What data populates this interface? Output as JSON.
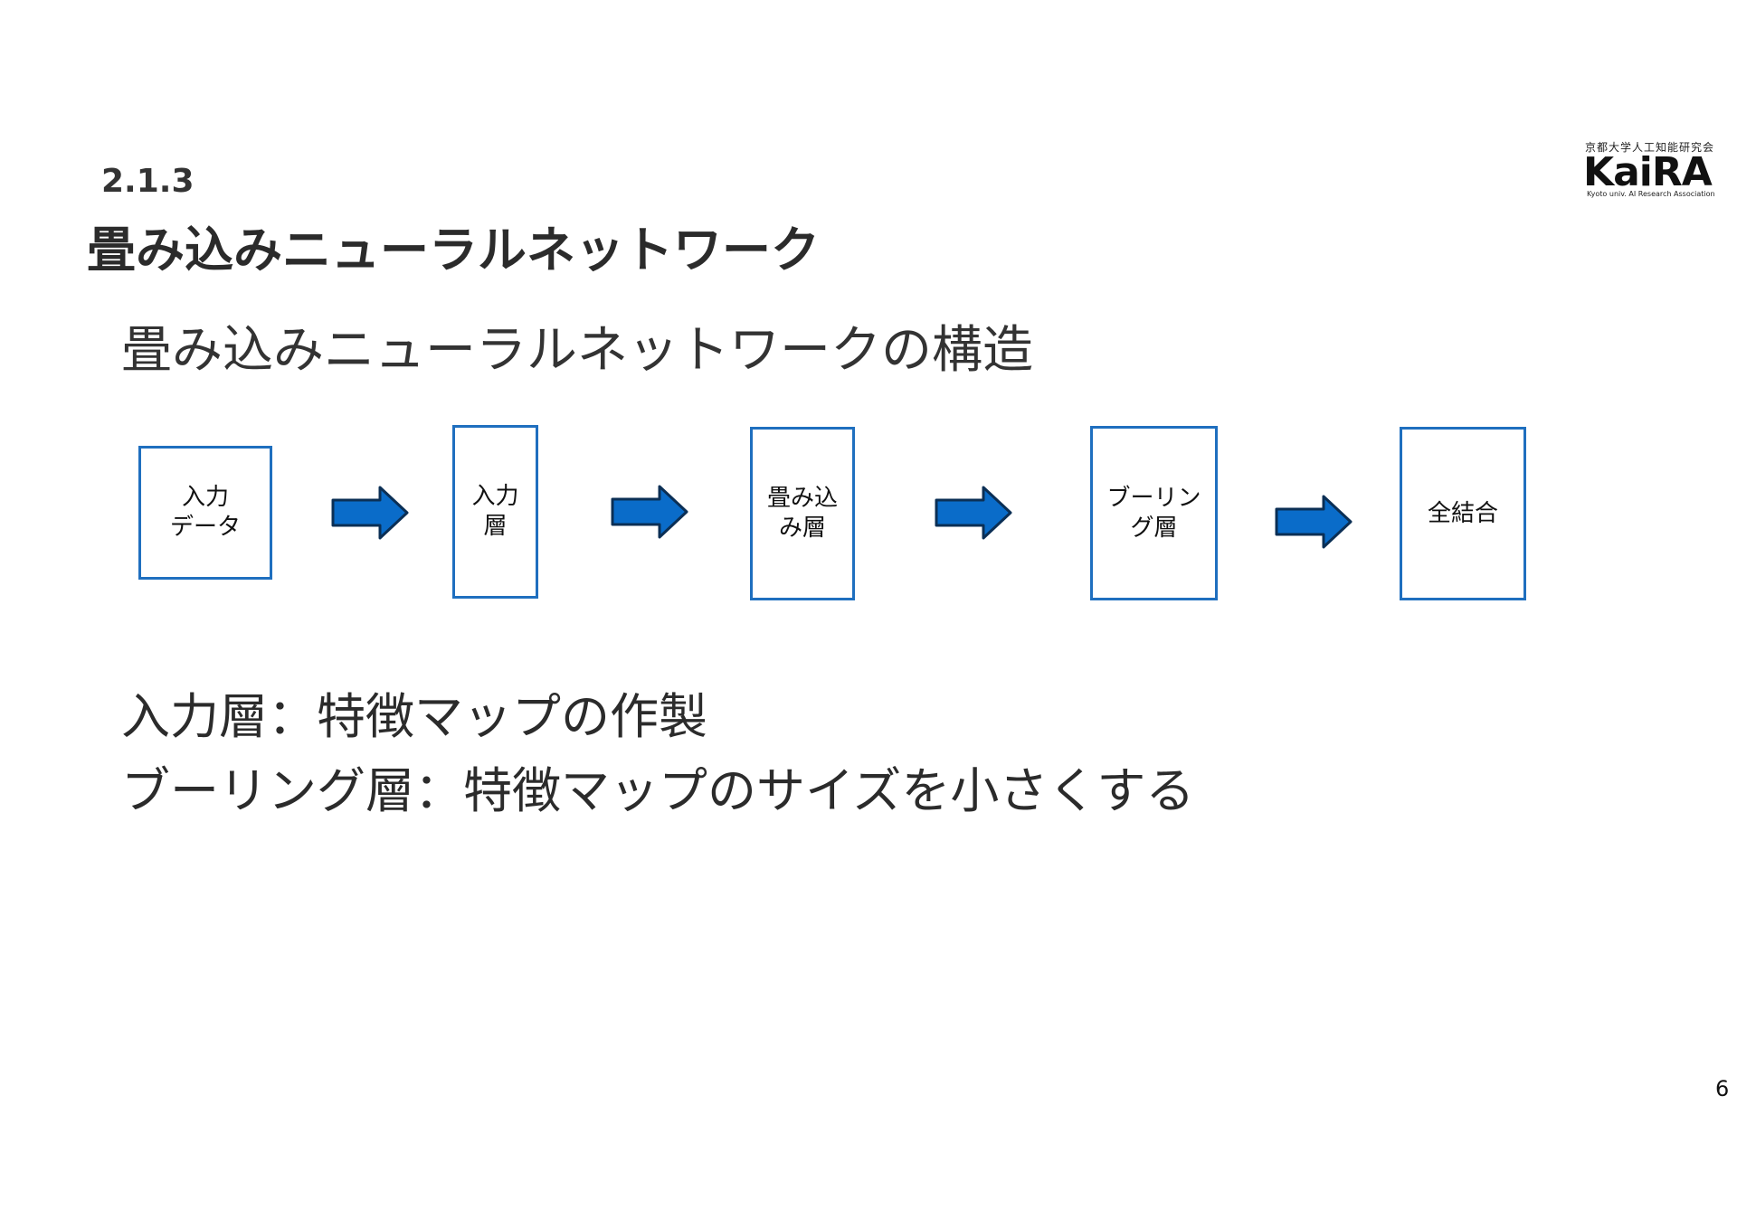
{
  "section_number": "2.1.3",
  "title": "畳み込みニューラルネットワーク",
  "subtitle": "畳み込みニューラルネットワークの構造",
  "logo": {
    "top_text": "京都大学人工知能研究会",
    "main_text": "KaiRA",
    "sub_text": "Kyoto univ. AI Research Association"
  },
  "flow": {
    "boxes": [
      {
        "label": "入力\nデータ"
      },
      {
        "label": "入力\n層"
      },
      {
        "label": "畳み込\nみ層"
      },
      {
        "label": "ブーリン\nグ層"
      },
      {
        "label": "全結合"
      }
    ],
    "arrow_color": "#0a6cc9",
    "arrow_border": "#0b2f55",
    "box_border": "#1f6fbf"
  },
  "descriptions": [
    "入力層：特徴マップの作製",
    "ブーリング層：特徴マップのサイズを小さくする"
  ],
  "page_number": "6"
}
